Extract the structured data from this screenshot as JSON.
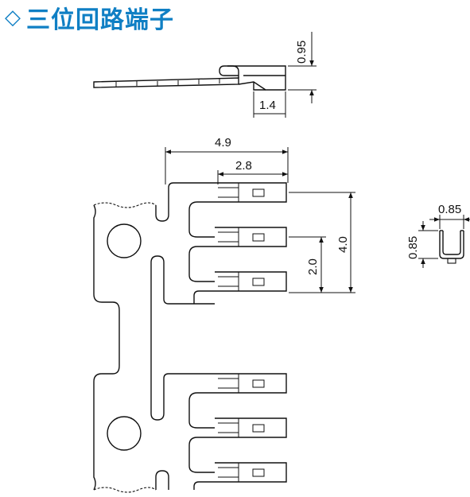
{
  "title": {
    "icon": "diamond-outline-icon",
    "symbol": "◇",
    "text": "三位回路端子",
    "color": "#0f7fc4"
  },
  "side_view": {
    "dim_thickness": "0.95",
    "dim_length": "1.4"
  },
  "top_view": {
    "dim_total_length": "4.9",
    "dim_contact_length": "2.8",
    "dim_pitch": "2.0",
    "dim_span": "4.0"
  },
  "end_view": {
    "dim_width": "0.85",
    "dim_height": "0.85"
  }
}
